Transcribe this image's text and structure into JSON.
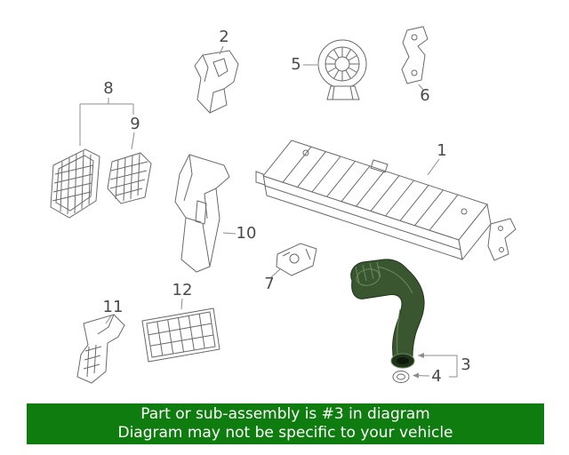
{
  "colors": {
    "line": "#6a6a6a",
    "leader": "#8c8c8c",
    "label": "#4a4a4a",
    "highlight_fill": "#3a5631",
    "highlight_stroke": "#1f3319",
    "highlight_light": "#6d8a5e",
    "banner_bg": "#0e7c0e",
    "banner_text": "#ffffff"
  },
  "callouts": [
    {
      "label": "1"
    },
    {
      "label": "2"
    },
    {
      "label": "3"
    },
    {
      "label": "4"
    },
    {
      "label": "5"
    },
    {
      "label": "6"
    },
    {
      "label": "7"
    },
    {
      "label": "8"
    },
    {
      "label": "9"
    },
    {
      "label": "10"
    },
    {
      "label": "11"
    },
    {
      "label": "12"
    }
  ],
  "banner": {
    "line1": "Part or sub-assembly is #3 in diagram",
    "line2": "Diagram may not be specific to your vehicle"
  }
}
